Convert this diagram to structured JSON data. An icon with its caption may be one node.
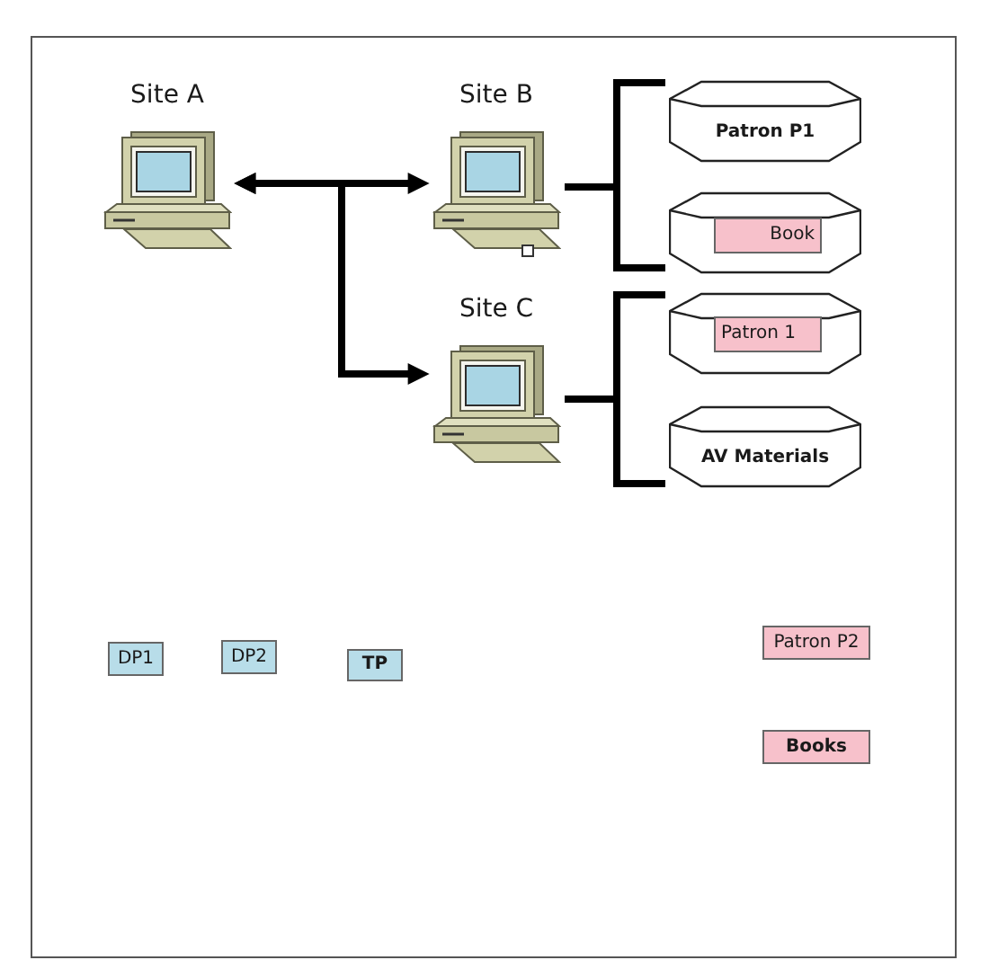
{
  "diagram": {
    "nodes": [
      {
        "text": [
          "Site A"
        ]
      },
      {
        "text": [
          "Site B"
        ]
      },
      {
        "text": [
          "Site C"
        ]
      },
      {
        "text": [
          "Patron P1"
        ]
      },
      {
        "text": [],
        "shape": "cylinder"
      },
      {
        "text": [
          "Book"
        ],
        "in": 4
      },
      {
        "text": [],
        "shape": "cylinder"
      },
      {
        "text": [
          "Patron 1"
        ],
        "in": 6
      },
      {
        "text": [
          "AV Materials"
        ]
      },
      {
        "text": [
          "DP1"
        ]
      },
      {
        "text": [
          "DP2"
        ]
      },
      {
        "text": [
          "TP"
        ]
      },
      {
        "text": [
          "Patron P2"
        ]
      },
      {
        "text": [
          "Books"
        ]
      }
    ],
    "edges": [
      {
        "from": 0,
        "to": 1,
        "arrow": "both"
      },
      {
        "from": 0,
        "to": 2,
        "arrow": "both"
      },
      {
        "from": 1,
        "to": 3,
        "arrow": "none"
      },
      {
        "from": 1,
        "to": 4,
        "arrow": "none"
      },
      {
        "from": 2,
        "to": 6,
        "arrow": "none"
      },
      {
        "from": 2,
        "to": 8,
        "arrow": "none"
      }
    ]
  }
}
